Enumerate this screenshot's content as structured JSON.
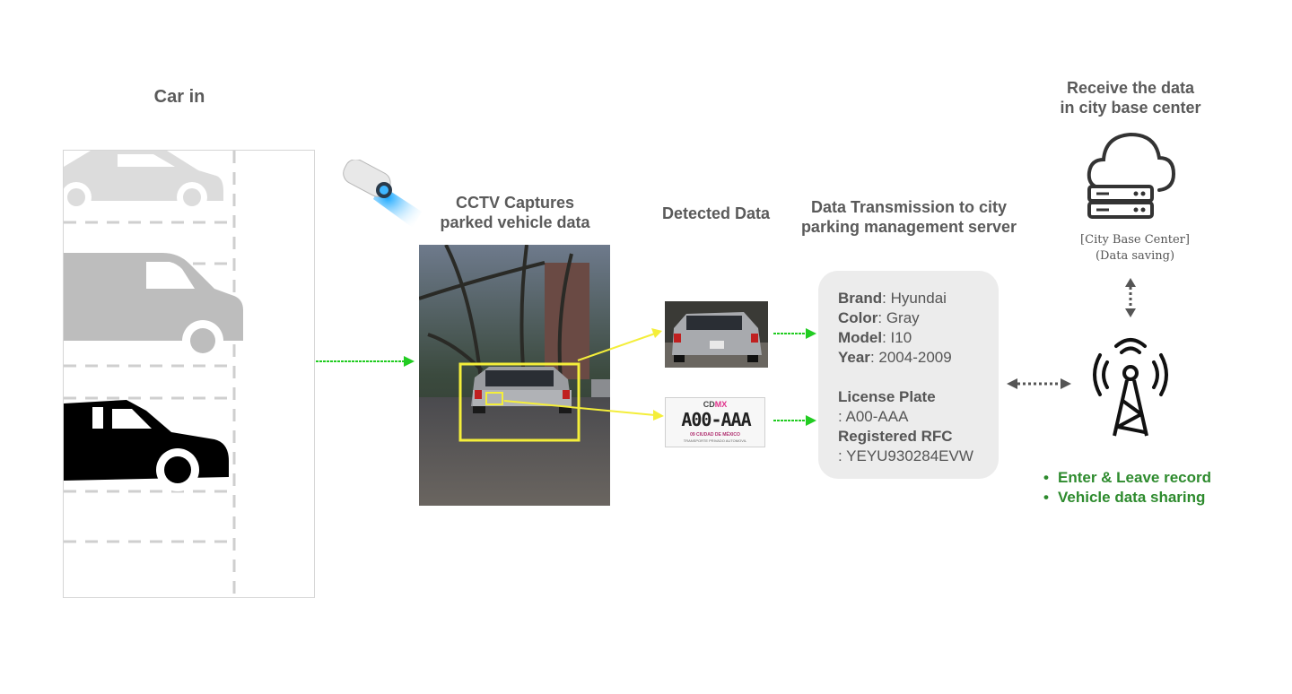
{
  "titles": {
    "car_in": "Car in",
    "cctv_line1": "CCTV Captures",
    "cctv_line2": "parked vehicle data",
    "detected": "Detected Data",
    "transmission_line1": "Data Transmission to city",
    "transmission_line2": "parking management server",
    "receive_line1": "Receive the data",
    "receive_line2": "in city base center"
  },
  "vehicle_info": {
    "brand_label": "Brand",
    "brand_value": ": Hyundai",
    "color_label": "Color",
    "color_value": ": Gray",
    "model_label": "Model",
    "model_value": ": I10",
    "year_label": "Year",
    "year_value": ": 2004-2009",
    "plate_label": "License Plate",
    "plate_value": ": A00-AAA",
    "rfc_label": "Registered RFC",
    "rfc_value": ": YEYU930284EVW"
  },
  "license_plate": {
    "region_prefix": "CD",
    "region_suffix": "MX",
    "number": "A00-AAA",
    "caption1": "09 CIUDAD DE MÉXICO",
    "caption2": "TRANSPORTE PRIVADO AUTOMOVIL"
  },
  "server": {
    "line1": "[City Base Center]",
    "line2": "(Data saving)"
  },
  "features": [
    "Enter & Leave record",
    "Vehicle data sharing"
  ],
  "colors": {
    "title_gray": "#5a5a5a",
    "arrow_green": "#22cc22",
    "highlight_yellow": "#f4ee3a",
    "feature_green": "#2e8b2e",
    "plate_magenta": "#e0308a"
  }
}
